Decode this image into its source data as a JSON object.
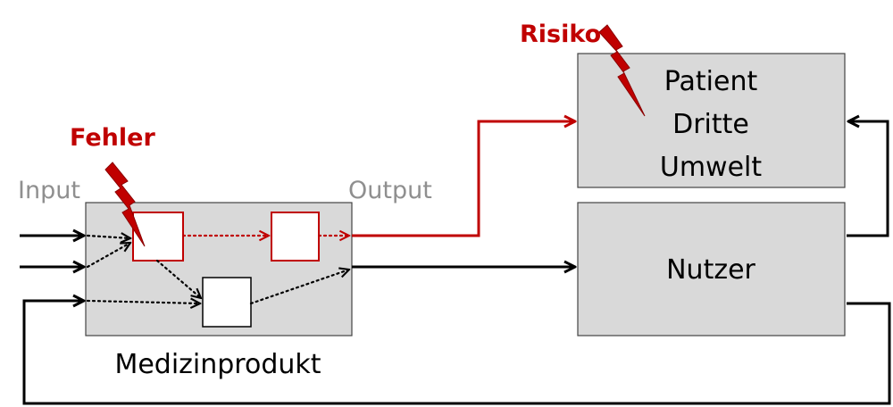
{
  "labels": {
    "input": "Input",
    "output": "Output",
    "fehler": "Fehler",
    "risiko": "Risiko",
    "medizinprodukt": "Medizinprodukt",
    "nutzer": "Nutzer",
    "patient_lines": [
      "Patient",
      "Dritte",
      "Umwelt"
    ]
  },
  "colors": {
    "accent_red": "#c00000",
    "label_gray": "#8f8f8f",
    "box_fill": "#d9d9d9",
    "line": "#000000"
  },
  "icons": [
    "lightning-bolt-icon"
  ]
}
